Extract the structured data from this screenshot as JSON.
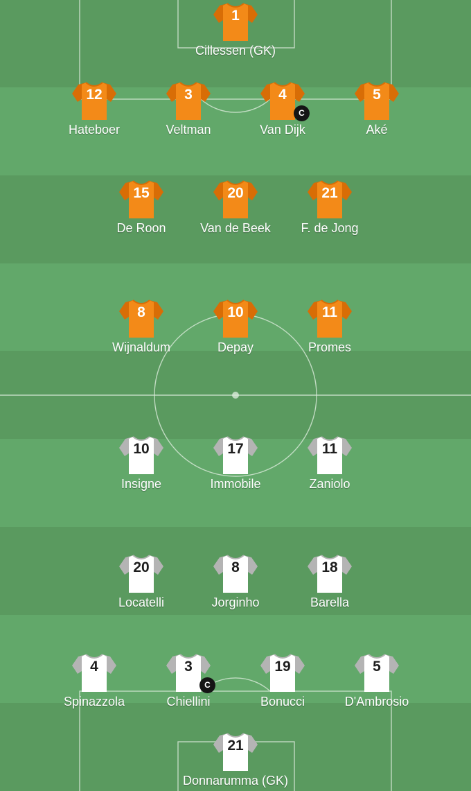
{
  "colors": {
    "pitch_light": "#62a86a",
    "pitch_dark": "#5a9a5f",
    "lines": "#d9ead9",
    "home_shirt": "#f38a18",
    "home_shirt_shade": "#d86d06",
    "away_shirt": "#ffffff",
    "away_shirt_shade": "#b4b4b4",
    "captain_badge": "#151515"
  },
  "captain_badge_label": "C",
  "home": {
    "team_color": "orange",
    "players": [
      {
        "number": "1",
        "name": "Cillessen (GK)"
      },
      {
        "number": "12",
        "name": "Hateboer"
      },
      {
        "number": "3",
        "name": "Veltman"
      },
      {
        "number": "4",
        "name": "Van Dijk",
        "captain": true
      },
      {
        "number": "5",
        "name": "Aké"
      },
      {
        "number": "15",
        "name": "De Roon"
      },
      {
        "number": "20",
        "name": "Van de Beek"
      },
      {
        "number": "21",
        "name": "F. de Jong"
      },
      {
        "number": "8",
        "name": "Wijnaldum"
      },
      {
        "number": "10",
        "name": "Depay"
      },
      {
        "number": "11",
        "name": "Promes"
      }
    ]
  },
  "away": {
    "team_color": "white",
    "players": [
      {
        "number": "10",
        "name": "Insigne"
      },
      {
        "number": "17",
        "name": "Immobile"
      },
      {
        "number": "11",
        "name": "Zaniolo"
      },
      {
        "number": "20",
        "name": "Locatelli"
      },
      {
        "number": "8",
        "name": "Jorginho"
      },
      {
        "number": "18",
        "name": "Barella"
      },
      {
        "number": "4",
        "name": "Spinazzola"
      },
      {
        "number": "3",
        "name": "Chiellini",
        "captain": true
      },
      {
        "number": "19",
        "name": "Bonucci"
      },
      {
        "number": "5",
        "name": "D'Ambrosio"
      },
      {
        "number": "21",
        "name": "Donnarumma (GK)"
      }
    ]
  }
}
